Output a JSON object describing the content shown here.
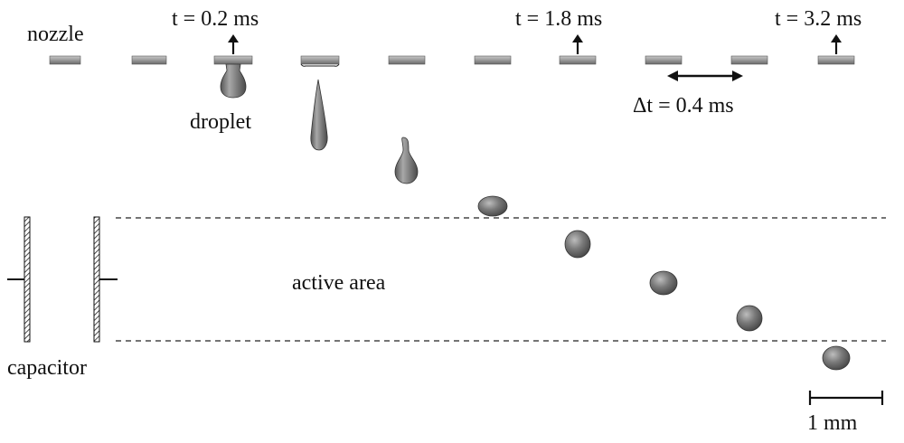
{
  "labels": {
    "nozzle": "nozzle",
    "droplet": "droplet",
    "active_area": "active area",
    "capacitor": "capacitor",
    "delta_t": "Δt = 0.4 ms",
    "scale_bar": "1 mm"
  },
  "time_labels": [
    "t = 0.2 ms",
    "t = 1.8 ms",
    "t = 3.2 ms"
  ],
  "colors": {
    "droplet_fill": "#6e6e6e",
    "droplet_highlight": "#b5b5b5",
    "nozzle_fill": "#8c8c8c",
    "line": "#111111"
  }
}
